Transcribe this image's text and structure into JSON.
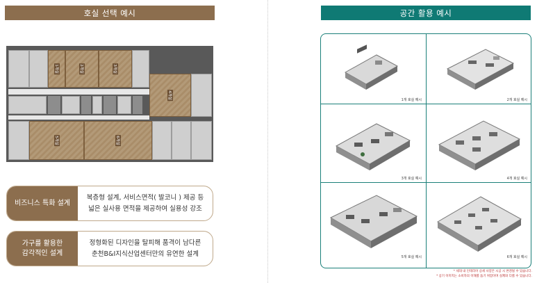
{
  "left": {
    "title": "호실 선택 예시",
    "rooms": [
      "1개실",
      "2개실",
      "3개실",
      "4개실",
      "5개실",
      "6개실"
    ],
    "features": [
      {
        "tag": "비즈니스 특화 설계",
        "lines": [
          "복층형 설계, 서비스면적( 발코니 ) 제공 등",
          "넓은 실사용 면적을 제공하여 실용성 강조"
        ]
      },
      {
        "tag_lines": [
          "가구를 활용한",
          "감각적인 설계"
        ],
        "lines": [
          "정형화된 디자인을 탈피해 품격이 남다른",
          "춘천B&I지식산업센터만의 유연한 설계"
        ]
      }
    ]
  },
  "right": {
    "title": "공간 활용 예시",
    "captions": [
      "1개 호실 예시",
      "2개 호실 예시",
      "3개 호실 예시",
      "4개 호실 예시",
      "5개 호실 예시",
      "6개 호실 예시"
    ],
    "notes": [
      "* 상기 이미지는 소비자의 이해를 돕기 위함이며 실제와 다를 수 있습니다.",
      "* 세대 내 인테리어 상세 사양은 시공 시 변경될 수 있습니다."
    ]
  },
  "colors": {
    "brown": "#8c6e4e",
    "teal": "#0f7a74"
  }
}
